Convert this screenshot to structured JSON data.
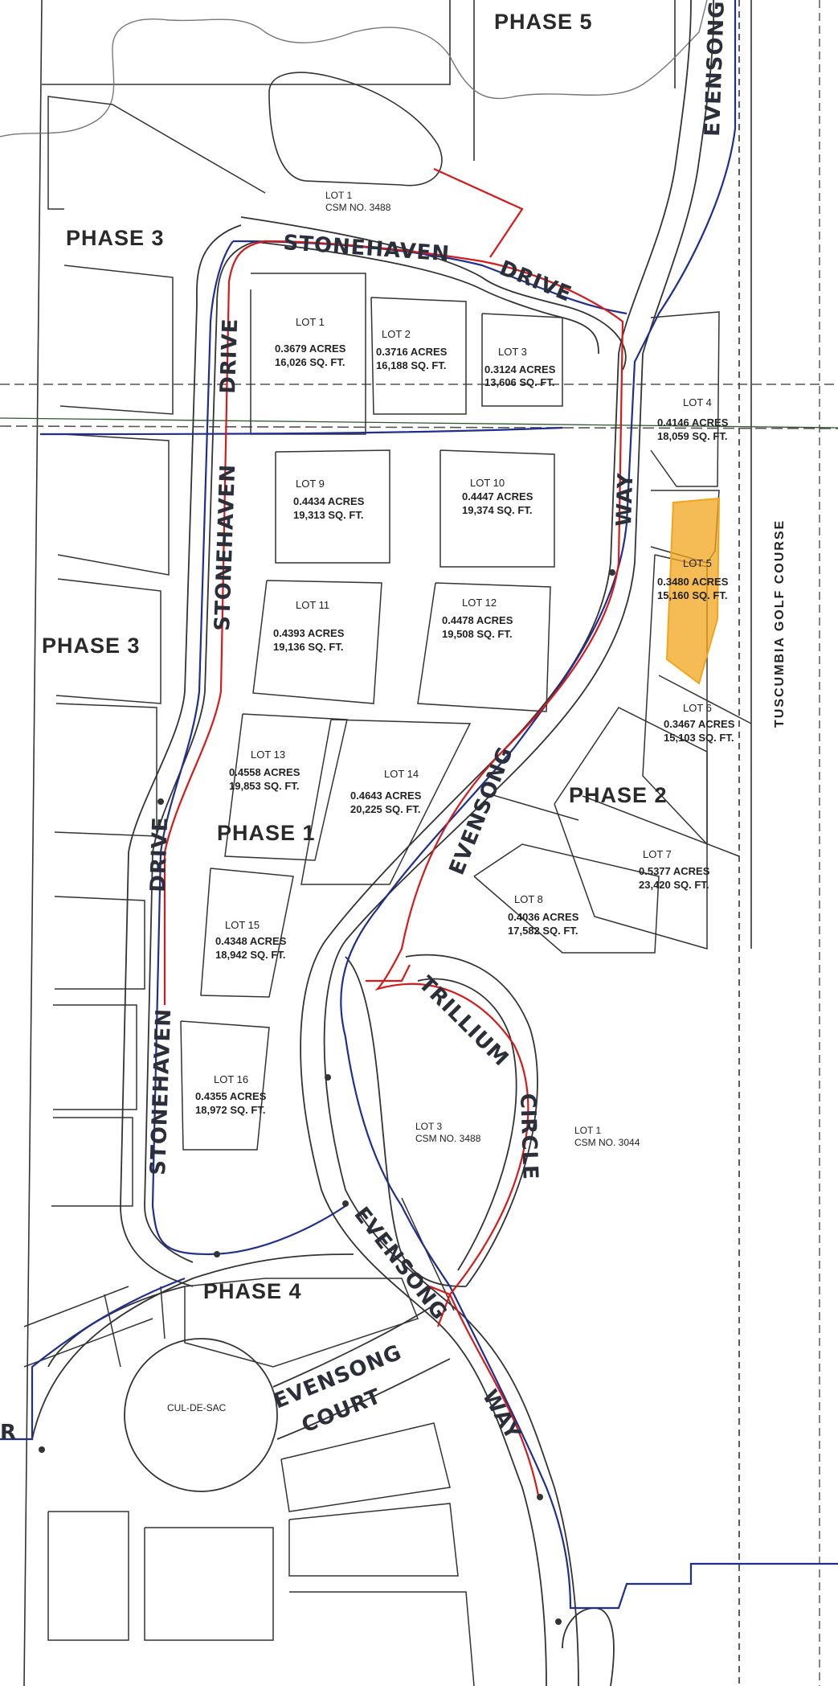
{
  "phases": {
    "top": "PHASE   5",
    "upper_left": "PHASE   3",
    "mid_left": "PHASE   3",
    "center": "PHASE   1",
    "right": "PHASE   2",
    "bottom": "PHASE   4"
  },
  "streets": {
    "stonehaven_drive_top_1": "STONEHAVEN",
    "stonehaven_drive_top_2": "DRIVE",
    "drive_vertical": "DRIVE",
    "stonehaven_vertical": "STONEHAVEN",
    "drive_lower": "DRIVE",
    "stonehaven_lower": "STONEHAVEN",
    "evensong_top": "EVENSONG",
    "way_top": "WAY",
    "evensong_mid": "EVENSONG",
    "trillium": "TRILLIUM",
    "circle": "CIRCLE",
    "evensong_low": "EVENSONG",
    "way_low": "WAY",
    "evensong_court_1": "EVENSONG",
    "evensong_court_2": "COURT",
    "cul_de_sac": "CUL-DE-SAC",
    "golf_course": "TUSCUMBIA  GOLF  COURSE",
    "edge_r": "R"
  },
  "csm": {
    "lot1_top_line1": "LOT 1",
    "lot1_top_line2": "CSM NO. 3488",
    "lot3_line1": "LOT 3",
    "lot3_line2": "CSM NO. 3488",
    "lot1_right_line1": "LOT 1",
    "lot1_right_line2": "CSM NO. 3044"
  },
  "lots": [
    {
      "name": "LOT 1",
      "acres": "0.3679 ACRES",
      "sqft": "16,026 SQ. FT."
    },
    {
      "name": "LOT 2",
      "acres": "0.3716 ACRES",
      "sqft": "16,188 SQ. FT."
    },
    {
      "name": "LOT 3",
      "acres": "0.3124 ACRES",
      "sqft": "13,606 SQ. FT."
    },
    {
      "name": "LOT 4",
      "acres": "0.4146 ACRES",
      "sqft": "18,059 SQ. FT."
    },
    {
      "name": "LOT 5",
      "acres": "0.3480 ACRES",
      "sqft": "15,160 SQ. FT."
    },
    {
      "name": "LOT 6",
      "acres": "0.3467 ACRES",
      "sqft": "15,103 SQ. FT."
    },
    {
      "name": "LOT 7",
      "acres": "0.5377 ACRES",
      "sqft": "23,420 SQ. FT."
    },
    {
      "name": "LOT 8",
      "acres": "0.4036 ACRES",
      "sqft": "17,582 SQ. FT."
    },
    {
      "name": "LOT 9",
      "acres": "0.4434 ACRES",
      "sqft": "19,313 SQ. FT."
    },
    {
      "name": "LOT 10",
      "acres": "0.4447 ACRES",
      "sqft": "19,374 SQ. FT."
    },
    {
      "name": "LOT 11",
      "acres": "0.4393 ACRES",
      "sqft": "19,136 SQ. FT."
    },
    {
      "name": "LOT 12",
      "acres": "0.4478 ACRES",
      "sqft": "19,508 SQ. FT."
    },
    {
      "name": "LOT 13",
      "acres": "0.4558 ACRES",
      "sqft": "19,853 SQ. FT."
    },
    {
      "name": "LOT 14",
      "acres": "0.4643 ACRES",
      "sqft": "20,225 SQ. FT."
    },
    {
      "name": "LOT 15",
      "acres": "0.4348 ACRES",
      "sqft": "18,942 SQ. FT."
    },
    {
      "name": "LOT 16",
      "acres": "0.4355 ACRES",
      "sqft": "18,972 SQ. FT."
    }
  ],
  "colors": {
    "line": "#333333",
    "water_main": "#1f2f8f",
    "sewer_main": "#d61a1a",
    "highlight": "#f2a41c",
    "road_text": "#2a2f3a"
  }
}
